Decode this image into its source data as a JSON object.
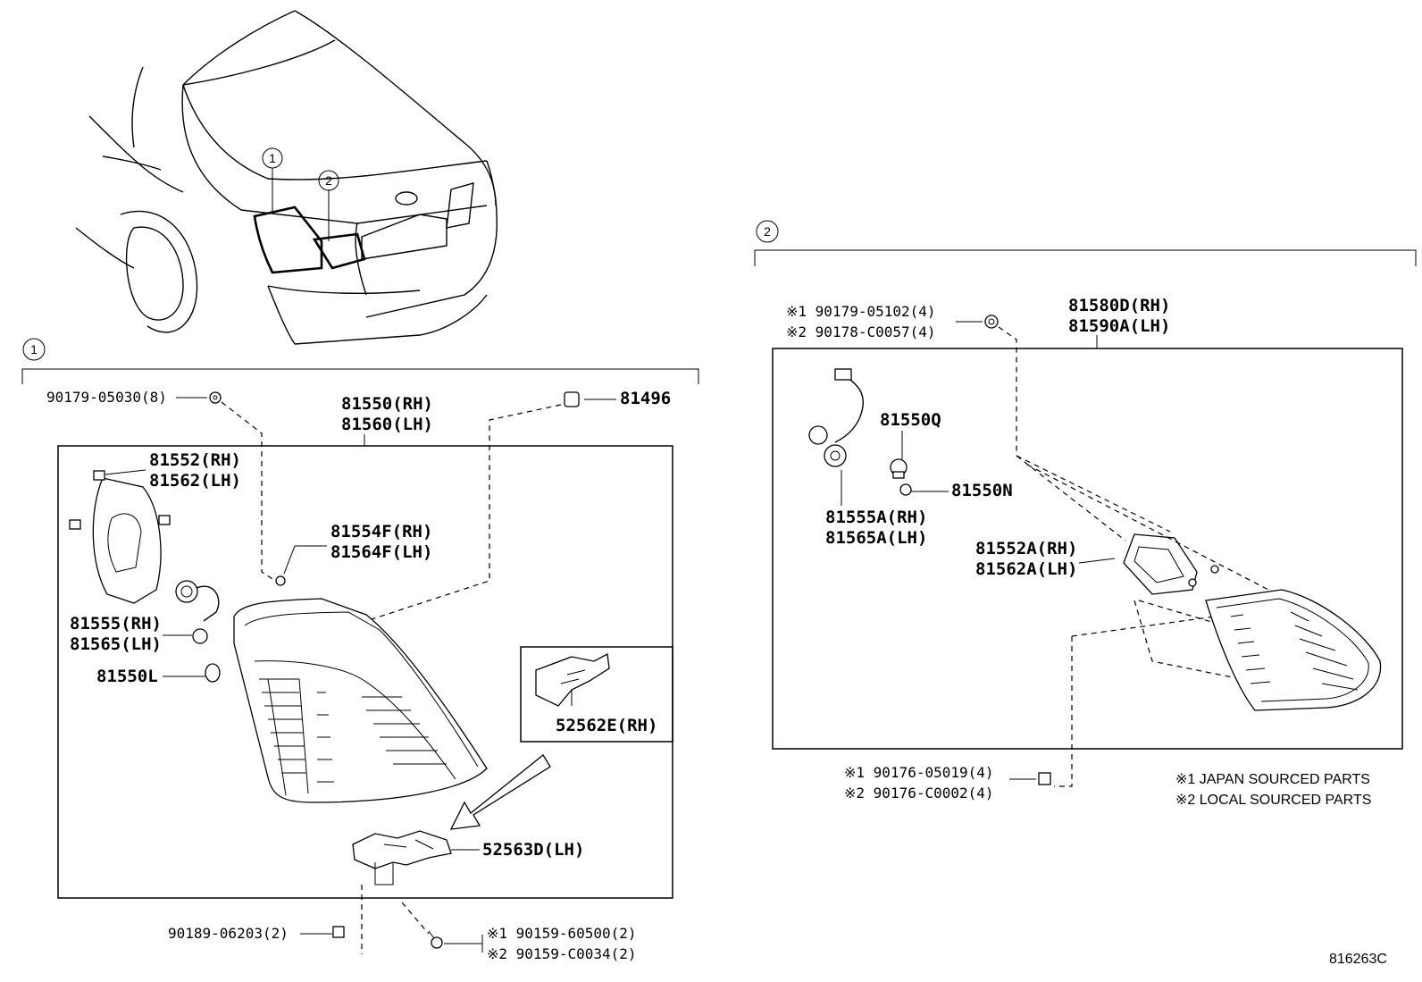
{
  "diagram_code": "816263C",
  "notes": {
    "japan": "※1 JAPAN SOURCED PARTS",
    "local": "※2 LOCAL SOURCED PARTS"
  },
  "markers": {
    "one": "1",
    "two": "2"
  },
  "section1": {
    "screw_top": "90179-05030(8)",
    "lens_rh": "81550(RH)",
    "lens_lh": "81560(LH)",
    "clip": "81496",
    "packing_rh": "81552(RH)",
    "packing_lh": "81562(LH)",
    "nut_rh": "81554F(RH)",
    "nut_lh": "81564F(LH)",
    "socket_rh": "81555(RH)",
    "socket_lh": "81565(LH)",
    "bulb": "81550L",
    "bracket_rh": "52562E(RH)",
    "bracket_lh": "52563D(LH)",
    "bolt_bottom": "90189-06203(2)",
    "screw_j": "※1 90159-60500(2)",
    "screw_l": "※2 90159-C0034(2)"
  },
  "section2": {
    "nut_j": "※1 90179-05102(4)",
    "nut_l": "※2 90178-C0057(4)",
    "lamp_rh": "81580D(RH)",
    "lamp_lh": "81590A(LH)",
    "bulb_q": "81550Q",
    "bulb_n": "81550N",
    "socket_rh": "81555A(RH)",
    "socket_lh": "81565A(LH)",
    "gasket_rh": "81552A(RH)",
    "gasket_lh": "81562A(LH)",
    "screw_j": "※1 90176-05019(4)",
    "screw_l": "※2 90176-C0002(4)"
  }
}
